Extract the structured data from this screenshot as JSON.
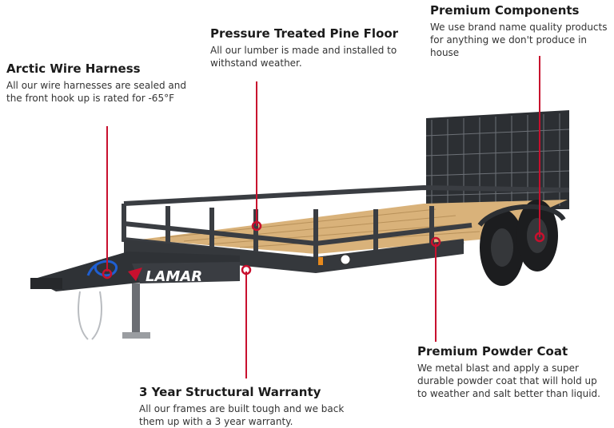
{
  "callouts": {
    "arctic": {
      "title": "Arctic Wire Harness",
      "body": "All our wire harnesses are sealed and the front hook up is rated for -65°F"
    },
    "pine": {
      "title": "Pressure Treated Pine Floor",
      "body": "All our lumber is made and installed to withstand weather."
    },
    "premium": {
      "title": "Premium Components",
      "body": "We use brand name quality products for anything we don't produce in house"
    },
    "powder": {
      "title": "Premium Powder Coat",
      "body": "We metal blast and apply a super durable powder coat that will hold up to weather and salt better than liquid."
    },
    "warranty": {
      "title": "3 Year Structural Warranty",
      "body": "All our frames are built tough and we back them up with a 3 year warranty."
    }
  },
  "trailer": {
    "brand_logo": "LAMAR"
  },
  "colors": {
    "accent_red": "#c8102e",
    "frame": "#3a3d42",
    "wood": "#d9b27a",
    "harness_blue": "#1f5fd1"
  }
}
